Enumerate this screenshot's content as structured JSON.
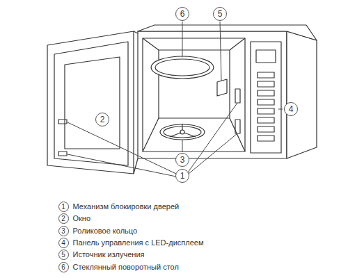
{
  "diagram": {
    "nodes": [
      {
        "text": [
          "6"
        ]
      },
      {
        "text": [
          "5"
        ]
      },
      {
        "text": [
          "2"
        ]
      },
      {
        "text": [
          "4"
        ]
      },
      {
        "text": [
          "3"
        ]
      },
      {
        "text": [
          "1"
        ]
      },
      {
        "text": [
          "1",
          "Механизм блокировки дверей"
        ]
      },
      {
        "text": [
          "2",
          "Окно"
        ]
      },
      {
        "text": [
          "3",
          "Роликовое кольцо"
        ]
      },
      {
        "text": [
          "4",
          "Панель управления с LED-дисплеем"
        ]
      },
      {
        "text": [
          "5",
          "Источник излучения"
        ]
      },
      {
        "text": [
          "6",
          "Стеклянный поворотный стол"
        ]
      }
    ],
    "edges": []
  }
}
